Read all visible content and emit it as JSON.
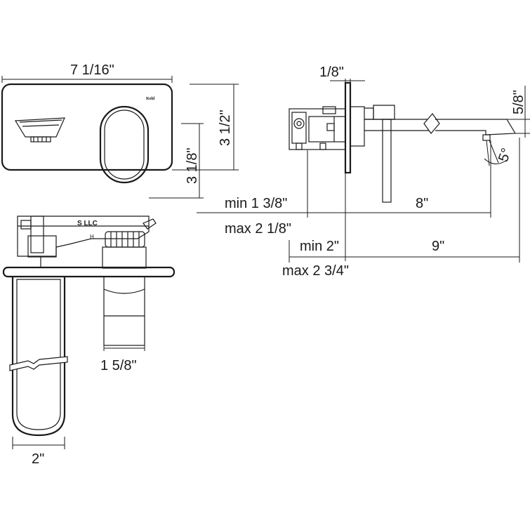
{
  "dimensions": {
    "plate_width": "7 1/16\"",
    "plate_height": "3 1/2\"",
    "handle_height": "3 1/8\"",
    "plate_thickness": "1/8\"",
    "spout_height": "5/8\"",
    "spout_angle": "5°",
    "min_depth_a": "min 1 3/8\"",
    "max_depth_a": "max 2 1/8\"",
    "spout_reach": "8\"",
    "min_depth_b": "min 2\"",
    "max_depth_b": "max 2 3/4\"",
    "total_reach": "9\"",
    "body_diameter": "1 5/8\"",
    "handle_width": "2\""
  },
  "brand_mark": "Rohl",
  "valve_marks": {
    "logo": "S LLC",
    "hot": "H"
  }
}
